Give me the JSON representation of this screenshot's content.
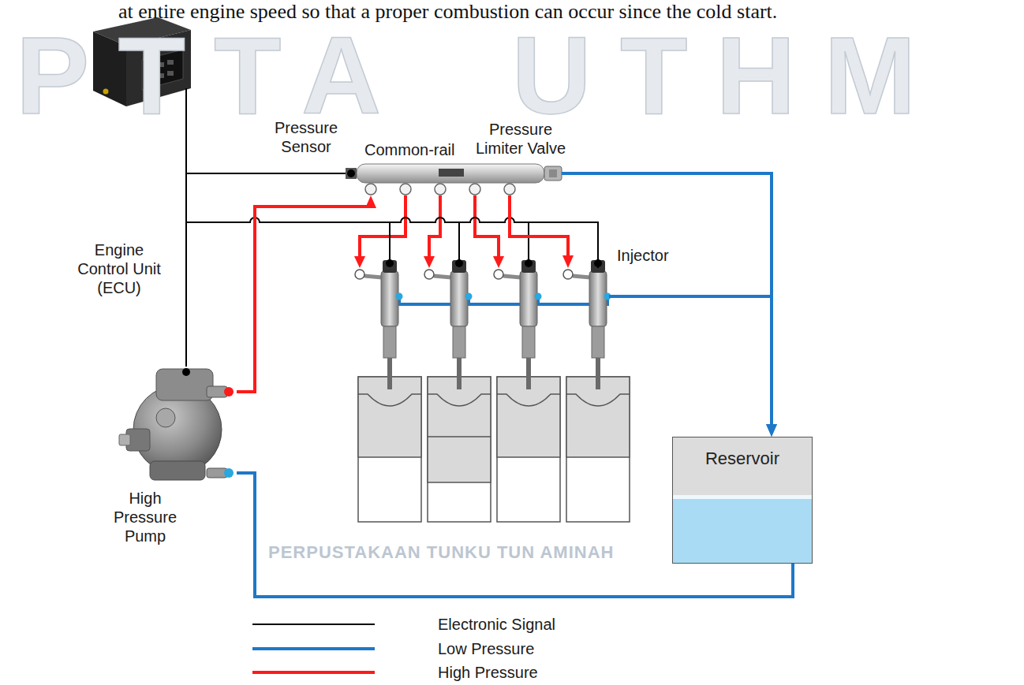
{
  "diagram": {
    "nodes": [
      {
        "text": [
          "Engine Control Unit (ECU)"
        ]
      },
      {
        "text": [
          "Pressure Sensor"
        ]
      },
      {
        "text": [
          "Common-rail"
        ]
      },
      {
        "text": [
          "Pressure Limiter Valve"
        ]
      },
      {
        "text": [
          "Injector"
        ]
      },
      {
        "text": [
          "High Pressure Pump"
        ]
      },
      {
        "text": [
          "Reservoir"
        ]
      }
    ],
    "edges": [
      {
        "from": 0,
        "to": 1,
        "arrow": "none"
      },
      {
        "from": 0,
        "to": 4,
        "arrow": "none"
      },
      {
        "from": 0,
        "to": 5,
        "arrow": "none"
      },
      {
        "from": 5,
        "to": 2,
        "arrow": "to"
      },
      {
        "from": 2,
        "to": 4,
        "arrow": "to"
      },
      {
        "from": 3,
        "to": 6,
        "arrow": "to"
      },
      {
        "from": 4,
        "to": 6,
        "arrow": "to"
      },
      {
        "from": 6,
        "to": 5,
        "arrow": "none"
      }
    ],
    "labels": [
      "at entire engine speed so that a proper combustion can occur since the cold start.",
      "PTTA UTHM",
      "PERPUSTAKAAN TUNKU TUN AMINAH"
    ],
    "legend": [
      {
        "text": "Electronic Signal"
      },
      {
        "text": "Low Pressure"
      },
      {
        "text": "High Pressure"
      }
    ]
  }
}
